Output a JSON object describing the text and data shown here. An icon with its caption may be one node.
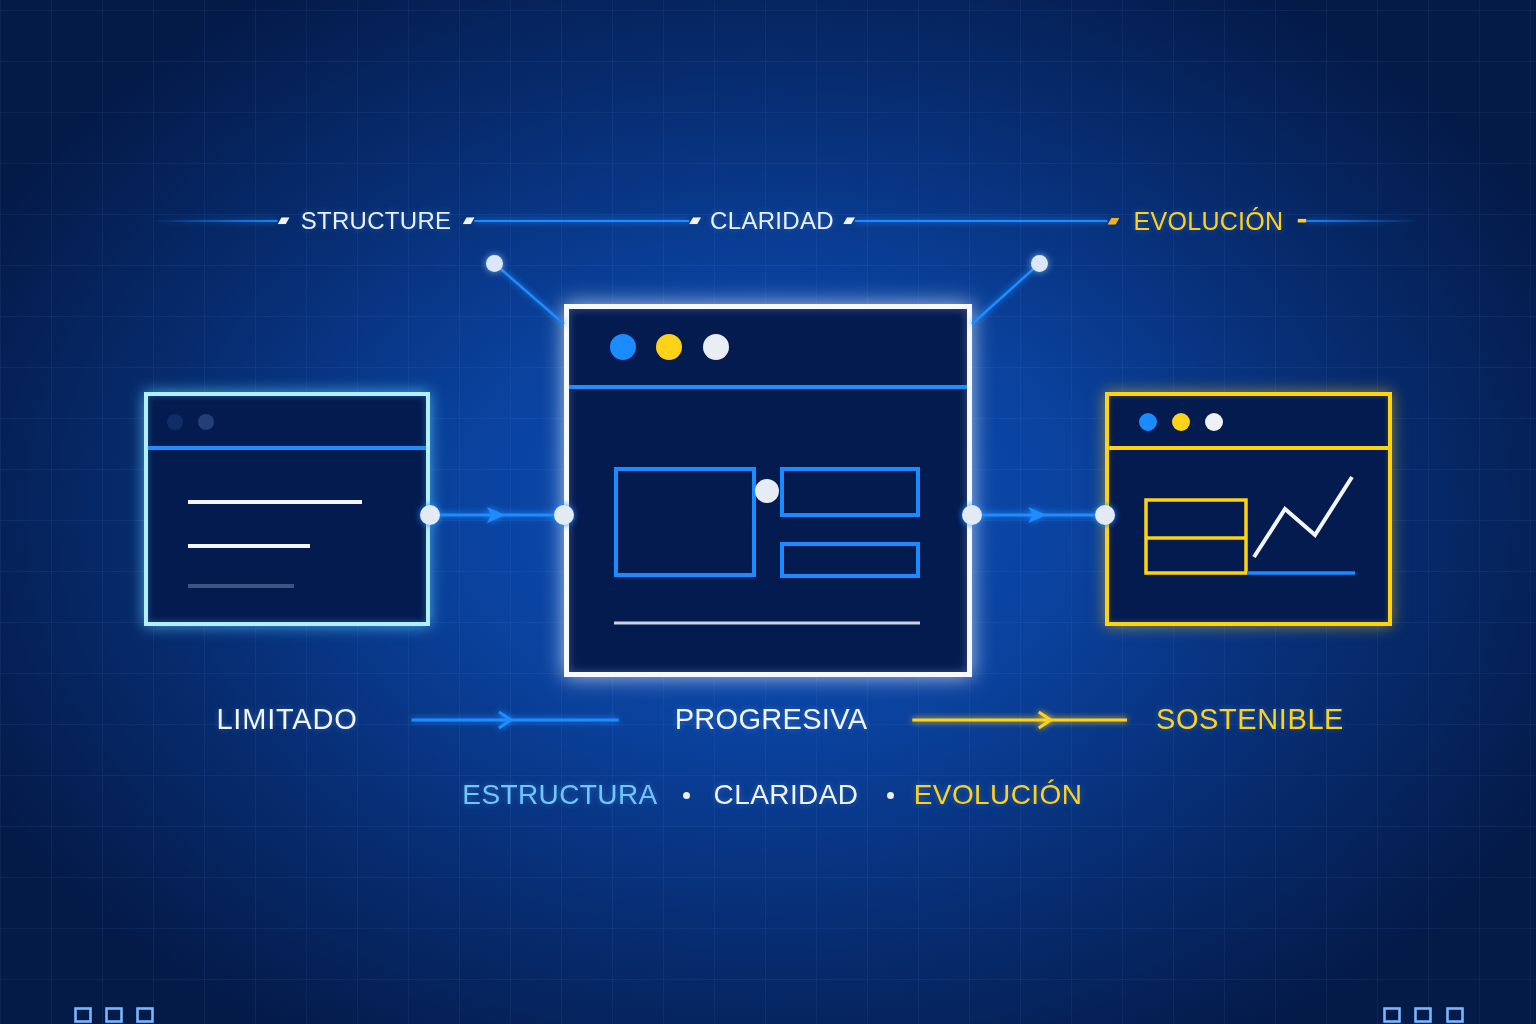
{
  "diagram": {
    "nodes": [
      {
        "text": [
          "STRUCTURE"
        ]
      },
      {
        "text": [
          "CLARIDAD"
        ]
      },
      {
        "text": [
          "EVOLUCIÓN"
        ]
      },
      {
        "text": [],
        "shape": "circle"
      },
      {
        "text": [],
        "shape": "circle"
      },
      {
        "text": [],
        "shape": "box"
      },
      {
        "text": [],
        "shape": "box"
      },
      {
        "text": [],
        "shape": "box"
      },
      {
        "text": [
          "LIMITADO"
        ]
      },
      {
        "text": [
          "PROGRESIVA"
        ]
      },
      {
        "text": [
          "SOSTENIBLE"
        ]
      }
    ],
    "edges": [
      {
        "from": null,
        "to": 0,
        "arrow": "none"
      },
      {
        "from": 0,
        "to": 1,
        "arrow": "none"
      },
      {
        "from": 1,
        "to": 2,
        "arrow": "none"
      },
      {
        "from": 2,
        "to": null,
        "arrow": "none"
      },
      {
        "from": 3,
        "to": 6,
        "arrow": "none"
      },
      {
        "from": 4,
        "to": 6,
        "arrow": "none"
      },
      {
        "from": 5,
        "to": 6,
        "arrow": "to"
      },
      {
        "from": 6,
        "to": 7,
        "arrow": "to"
      },
      {
        "from": 8,
        "to": 9,
        "arrow": "to"
      },
      {
        "from": 9,
        "to": 10,
        "arrow": "to",
        "color": "#ffd21a"
      }
    ],
    "labels": [
      "ESTRUCTURA",
      "CLARIDAD",
      "EVOLUCIÓN"
    ]
  }
}
